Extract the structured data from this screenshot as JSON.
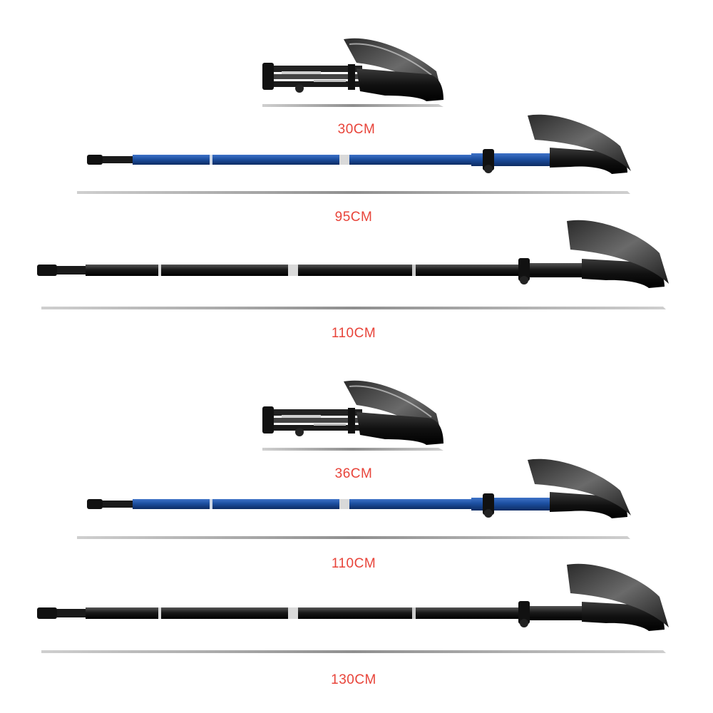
{
  "colors": {
    "label_text": "#e8443a",
    "blue_shaft": "#1c4fa0",
    "black_shaft": "#1a1a1a",
    "measure_line": "#9a9a9a"
  },
  "groups": [
    {
      "folded_label": "30CM",
      "extended": [
        {
          "label": "95CM",
          "shaft": "blue"
        },
        {
          "label": "110CM",
          "shaft": "black"
        }
      ]
    },
    {
      "folded_label": "36CM",
      "extended": [
        {
          "label": "110CM",
          "shaft": "blue"
        },
        {
          "label": "130CM",
          "shaft": "black"
        }
      ]
    }
  ]
}
